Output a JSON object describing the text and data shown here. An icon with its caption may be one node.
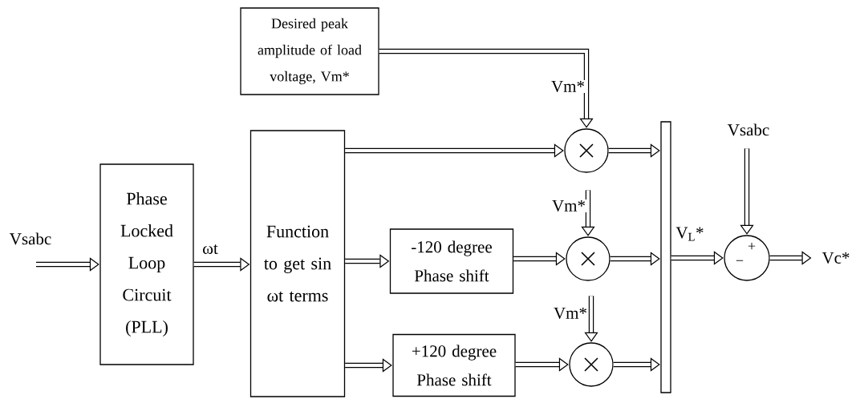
{
  "diagram": {
    "nodes": [
      {
        "text": [
          "Desired peak amplitude of load voltage, Vm*"
        ]
      },
      {
        "text": [
          "Phase Locked Loop Circuit (PLL)"
        ]
      },
      {
        "text": [
          "Function to get sin ωt terms"
        ]
      },
      {
        "text": [
          "-120 degree Phase shift"
        ]
      },
      {
        "text": [
          "+120 degree Phase shift"
        ]
      },
      {
        "text": [],
        "shape": "circle"
      },
      {
        "text": [],
        "shape": "circle"
      },
      {
        "text": [],
        "shape": "circle"
      },
      {
        "text": [],
        "shape": "bar"
      },
      {
        "text": [
          "+",
          "−"
        ]
      }
    ],
    "edges": [
      {
        "from": null,
        "to": 1,
        "arrow": "to",
        "label": "Vsabc"
      },
      {
        "from": 1,
        "to": 2,
        "arrow": "to",
        "label": "ωt"
      },
      {
        "from": 0,
        "to": 5,
        "arrow": "to",
        "label": "Vm*"
      },
      {
        "from": 2,
        "to": 5,
        "arrow": "to"
      },
      {
        "from": 2,
        "to": 3,
        "arrow": "to"
      },
      {
        "from": 2,
        "to": 4,
        "arrow": "to"
      },
      {
        "from": 3,
        "to": 6,
        "arrow": "to"
      },
      {
        "from": 4,
        "to": 7,
        "arrow": "to"
      },
      {
        "from": null,
        "to": 6,
        "arrow": "to",
        "label": "Vm*"
      },
      {
        "from": null,
        "to": 7,
        "arrow": "to",
        "label": "Vm*"
      },
      {
        "from": 5,
        "to": 8,
        "arrow": "to"
      },
      {
        "from": 6,
        "to": 8,
        "arrow": "to"
      },
      {
        "from": 7,
        "to": 8,
        "arrow": "to"
      },
      {
        "from": 8,
        "to": 9,
        "arrow": "to",
        "label": "V$_{L}$*"
      },
      {
        "from": null,
        "to": 9,
        "arrow": "to",
        "label": "Vsabc"
      },
      {
        "from": 9,
        "to": null,
        "arrow": "to",
        "label": "Vc*"
      }
    ]
  }
}
